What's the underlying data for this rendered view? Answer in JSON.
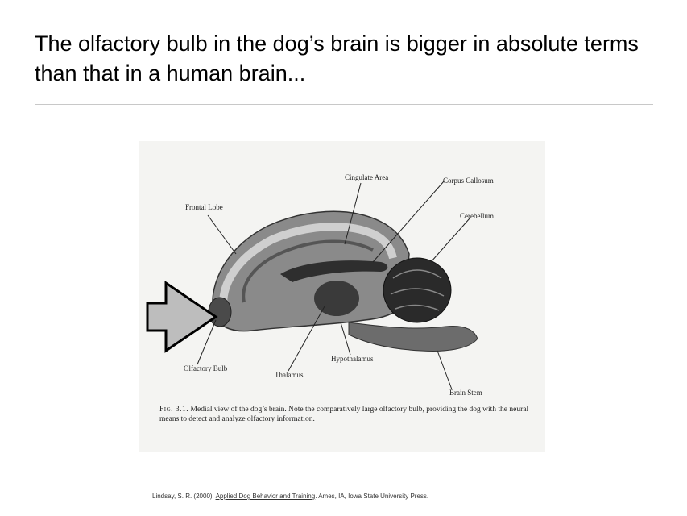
{
  "slide": {
    "title": "The olfactory bulb in the dog’s brain is bigger in absolute terms than that in a human brain..."
  },
  "figure": {
    "labels": {
      "frontal_lobe": "Frontal Lobe",
      "cingulate_area": "Cingulate Area",
      "corpus_callosum": "Corpus Callosum",
      "cerebellum": "Cerebellum",
      "olfactory_bulb": "Olfactory Bulb",
      "thalamus": "Thalamus",
      "hypothalamus": "Hypothalamus",
      "brain_stem": "Brain Stem"
    },
    "caption_number": "Fig. 3.1.",
    "caption_text": "Medial view of the dog’s brain. Note the comparatively large olfactory bulb, providing the dog with the neural means to detect and analyze olfactory information."
  },
  "citation": {
    "prefix": "Lindsay, S. R. (2000).",
    "book_title": "Applied Dog Behavior and Training",
    "suffix": ". Ames, IA, Iowa State University Press."
  },
  "colors": {
    "arrow_fill": "#bdbdbd",
    "arrow_stroke": "#000000",
    "rule": "#c8c8c8"
  }
}
